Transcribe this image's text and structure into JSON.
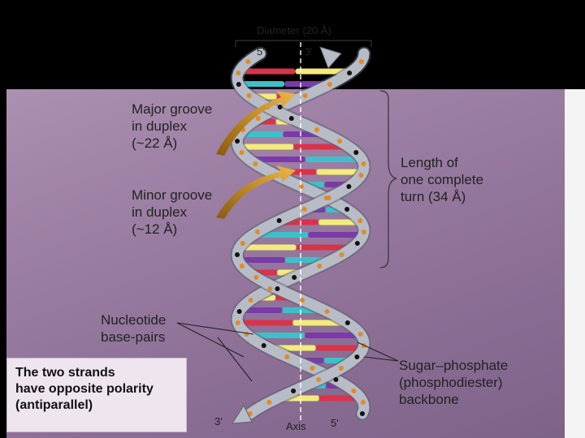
{
  "labels": {
    "diameter": "Diameter (20 Å)",
    "top_left_end": "5'",
    "top_right_end": "3'",
    "bottom_left_end": "3'",
    "bottom_right_end": "5'",
    "axis": "Axis",
    "major_groove": [
      "Major groove",
      "in duplex",
      "(~22 Å)"
    ],
    "minor_groove": [
      "Minor groove",
      "in duplex",
      "(~12 Å)"
    ],
    "turn_length": [
      "Length of",
      "one complete",
      "turn (34 Å)"
    ],
    "base_pairs": [
      "Nucleotide",
      "base-pairs"
    ],
    "backbone": [
      "Sugar–phosphate",
      "(phosphodiester)",
      "backbone"
    ],
    "polarity": [
      "The two strands",
      "have opposite polarity",
      "(antiparallel)"
    ]
  },
  "colors": {
    "background": "#9f82a6",
    "backbone": "#b7bcc7",
    "base_red": "#d8334a",
    "base_yellow": "#f3ec7a",
    "base_purple": "#7a3aa8",
    "base_cyan": "#3ec0c8",
    "groove_arrow": "#d99a2a"
  }
}
